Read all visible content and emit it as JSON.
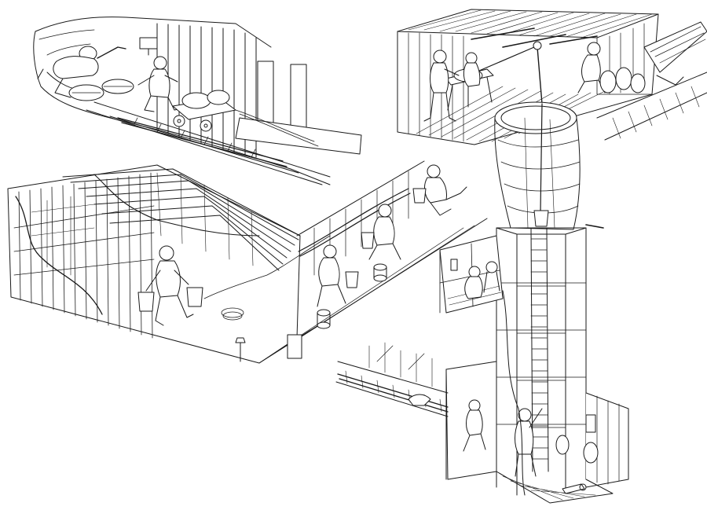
{
  "illustration": {
    "style": "black-and-white line drawing",
    "scenes": [
      {
        "name": "tunnel-face-digging"
      },
      {
        "name": "timbered-gallery-with-bag-passers"
      },
      {
        "name": "winch-room-at-shaft-head"
      },
      {
        "name": "vertical-shaft-with-ladder-and-landing"
      },
      {
        "name": "lower-chamber-with-rail-track"
      }
    ],
    "colors": {
      "ink": "#1a1a1a",
      "paper": "#ffffff"
    }
  }
}
